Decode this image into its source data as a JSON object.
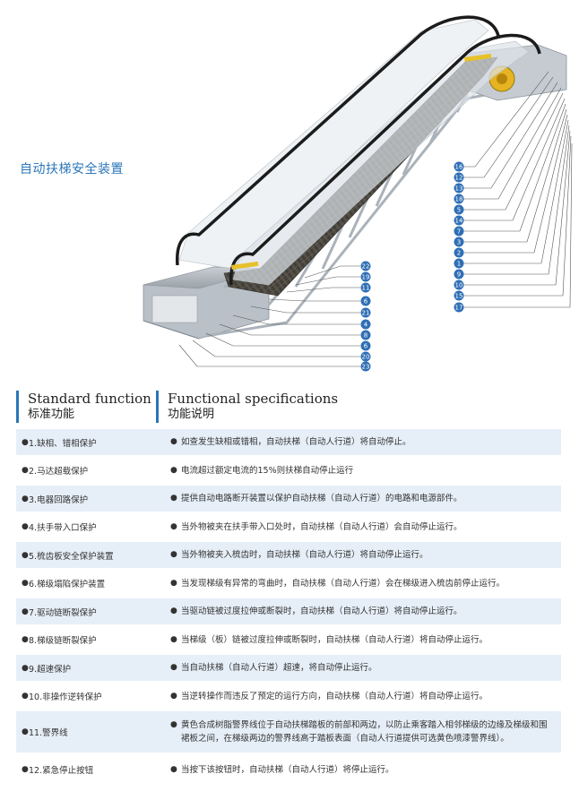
{
  "title": "自动扶梯安全装置",
  "callouts": {
    "right": [
      "16",
      "12",
      "13",
      "18",
      "5",
      "14",
      "7",
      "3",
      "2",
      "1",
      "9",
      "10",
      "15",
      "17"
    ],
    "left": [
      "22",
      "19",
      "11",
      "6",
      "21",
      "4",
      "8",
      "6",
      "20",
      "23"
    ]
  },
  "header": {
    "standard_en": "Standard function",
    "standard_zh": "标准功能",
    "spec_en": "Functional specifications",
    "spec_zh": "功能说明"
  },
  "rows": [
    {
      "std": "1.缺相、错相保护",
      "spec": "如查发生缺相或错相，自动扶梯（自动人行道）将自动停止。"
    },
    {
      "std": "2.马达超载保护",
      "spec": "电流超过额定电流的15%则扶梯自动停止运行"
    },
    {
      "std": "3.电器回路保护",
      "spec": "提供自动电路断开装置以保护自动扶梯（自动人行道）的电路和电源部件。"
    },
    {
      "std": "4.扶手带入口保护",
      "spec": "当外物被夹在扶手带入口处时，自动扶梯（自动人行道）会自动停止运行。"
    },
    {
      "std": "5.梳齿板安全保护装置",
      "spec": "当外物被夹入梳齿时，自动扶梯（自动人行道）将自动停止运行。"
    },
    {
      "std": "6.梯级塌陷保护装置",
      "spec": "当发现梯级有异常的弯曲时，自动扶梯（自动人行道）会在梯级进入梳齿前停止运行。"
    },
    {
      "std": "7.驱动链断裂保护",
      "spec": "当驱动链被过度拉伸或断裂时，自动扶梯（自动人行道）将自动停止运行。"
    },
    {
      "std": "8.梯级链断裂保护",
      "spec": "当梯级（板）链被过度拉伸或断裂时，自动扶梯（自动人行道）将自动停止运行。"
    },
    {
      "std": "9.超速保护",
      "spec": "当自动扶梯（自动人行道）超速，将自动停止运行。"
    },
    {
      "std": "10.非操作逆转保护",
      "spec": "当逆转操作而违反了预定的运行方向，自动扶梯（自动人行道）将自动停止运行。"
    },
    {
      "std": "11.警界线",
      "spec": "黄色合成树脂警界线位于自动扶梯踏板的前部和两边，以防止乘客踏入相邻梯级的边缘及梯级和围裙板之间，在梯级两边的警界线高于踏板表面（自动人行道提供可选黄色喷漆警界线）。"
    },
    {
      "std": "12.紧急停止按钮",
      "spec": "当按下该按钮时，自动扶梯（自动人行道）将停止运行。"
    }
  ]
}
